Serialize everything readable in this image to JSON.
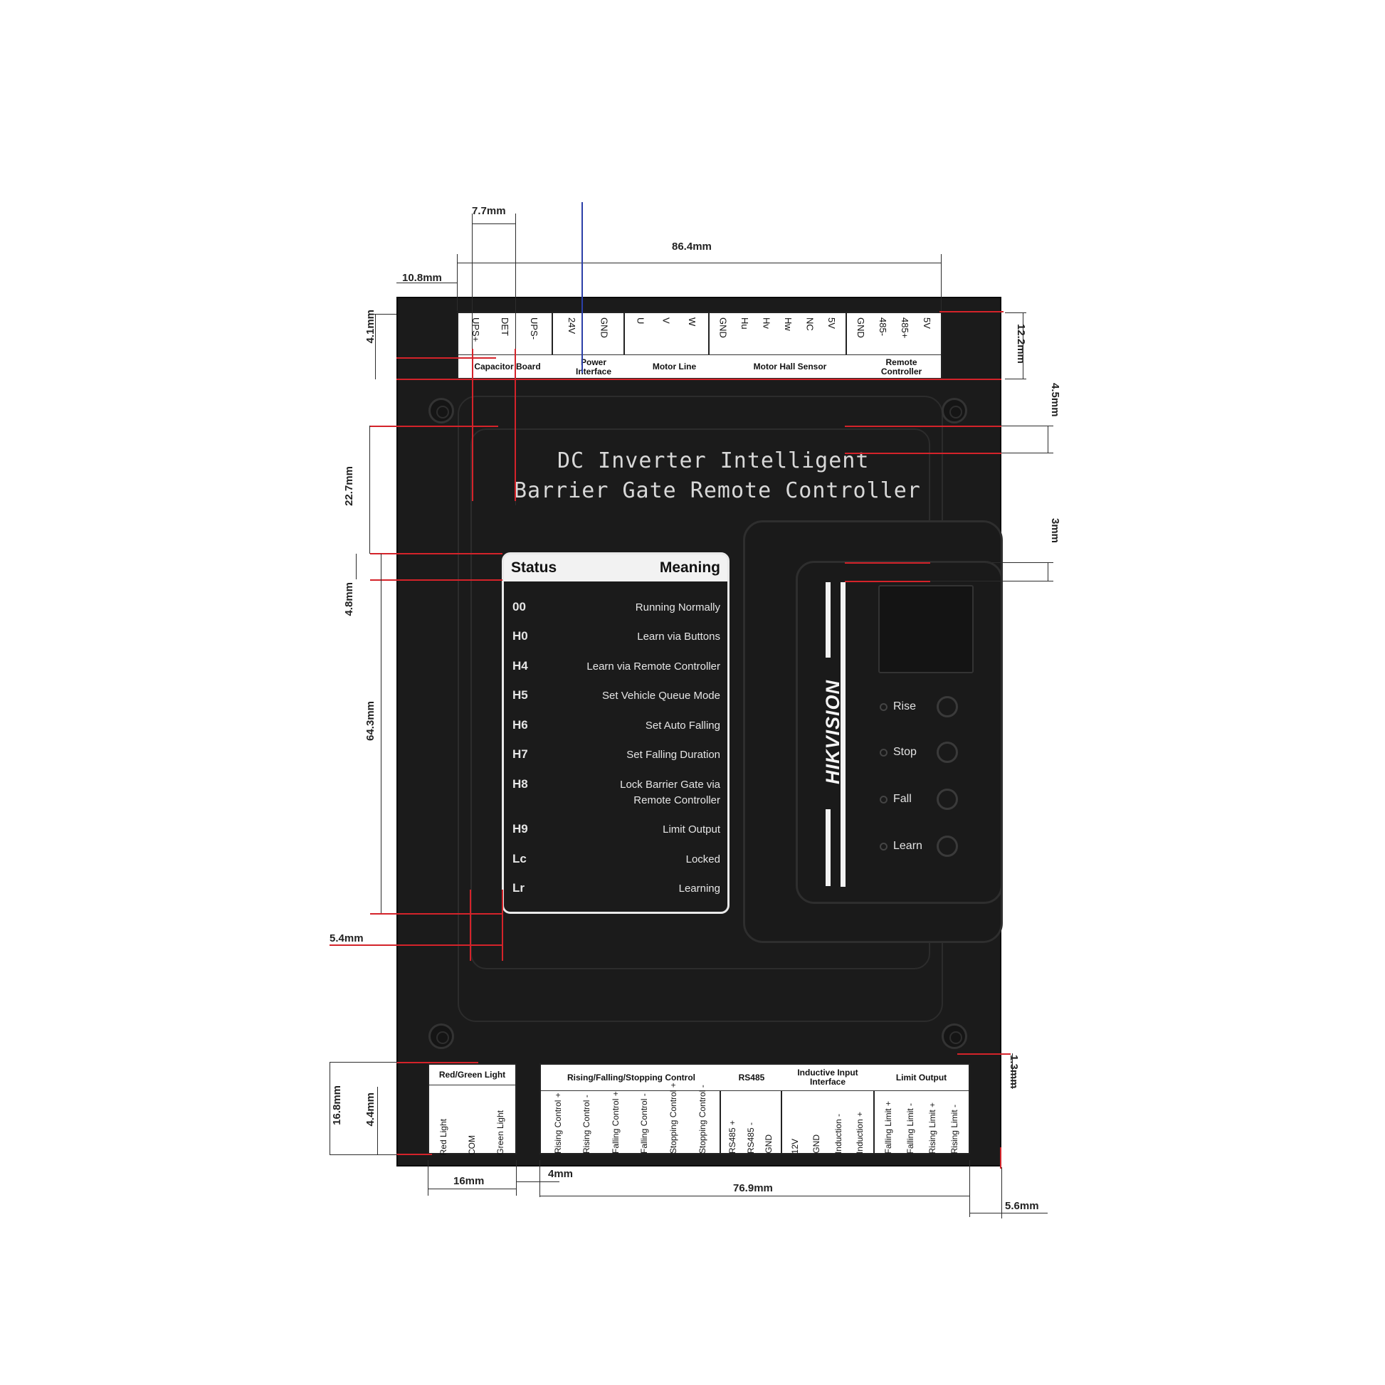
{
  "title": {
    "line1": "DC Inverter Intelligent",
    "line2": "Barrier Gate Remote Controller"
  },
  "top_terminals": {
    "groups": [
      {
        "label": "Capacitor Board",
        "pins": [
          "UPS+",
          "DET",
          "UPS-"
        ]
      },
      {
        "label": "Power Interface",
        "pins": [
          "24V",
          "GND"
        ]
      },
      {
        "label": "Motor Line",
        "pins": [
          "U",
          "V",
          "W"
        ]
      },
      {
        "label": "Motor Hall Sensor",
        "pins": [
          "GND",
          "Hu",
          "Hv",
          "Hw",
          "NC",
          "5V"
        ]
      },
      {
        "label": "Remote Controller",
        "pins": [
          "GND",
          "485-",
          "485+",
          "5V"
        ]
      }
    ]
  },
  "status_table": {
    "header_status": "Status",
    "header_meaning": "Meaning",
    "rows": [
      {
        "code": "00",
        "meaning": "Running Normally"
      },
      {
        "code": "H0",
        "meaning": "Learn via Buttons"
      },
      {
        "code": "H4",
        "meaning": "Learn via Remote Controller"
      },
      {
        "code": "H5",
        "meaning": "Set Vehicle Queue Mode"
      },
      {
        "code": "H6",
        "meaning": "Set Auto Falling"
      },
      {
        "code": "H7",
        "meaning": "Set Falling Duration"
      },
      {
        "code": "H8",
        "meaning": "Lock Barrier Gate via Remote Controller"
      },
      {
        "code": "H9",
        "meaning": "Limit Output"
      },
      {
        "code": "Lc",
        "meaning": "Locked"
      },
      {
        "code": "Lr",
        "meaning": "Learning"
      }
    ]
  },
  "brand": "HIKVISION",
  "buttons": [
    "Rise",
    "Stop",
    "Fall",
    "Learn"
  ],
  "bottom_left_terminal": {
    "label": "Red/Green Light",
    "pins": [
      "Red Light",
      "COM",
      "Green Light"
    ]
  },
  "bottom_right_terminal": {
    "groups": [
      {
        "label": "Rising/Falling/Stopping Control",
        "pins": [
          "Rising Control +",
          "Rising Control -",
          "Falling Control +",
          "Falling Control -",
          "Stopping Control +",
          "Stopping Control -"
        ]
      },
      {
        "label": "RS485",
        "pins": [
          "RS485 +",
          "RS485 -",
          "GND"
        ]
      },
      {
        "label": "Inductive Input Interface",
        "pins": [
          "12V",
          "GND",
          "Induction -",
          "Induction +"
        ]
      },
      {
        "label": "Limit Output",
        "pins": [
          "Falling Limit +",
          "Falling Limit -",
          "Rising Limit +",
          "Rising Limit -"
        ]
      }
    ]
  },
  "dimensions": {
    "d_7_7": "7.7mm",
    "d_86_4": "86.4mm",
    "d_10_8": "10.8mm",
    "d_4_1": "4.1mm",
    "d_12_2": "12.2mm",
    "d_4_5": "4.5mm",
    "d_22_7": "22.7mm",
    "d_3": "3mm",
    "d_4_8": "4.8mm",
    "d_64_3": "64.3mm",
    "d_5_4": "5.4mm",
    "d_1_3": "1.3mm",
    "d_16_8": "16.8mm",
    "d_4_4": "4.4mm",
    "d_16": "16mm",
    "d_4": "4mm",
    "d_76_9": "76.9mm",
    "d_5_6": "5.6mm"
  },
  "colors": {
    "board": "#1b1b1b",
    "dimension_line": "#d4232a",
    "terminal": "#ffffff",
    "accent_blue": "#2b3fa8"
  }
}
